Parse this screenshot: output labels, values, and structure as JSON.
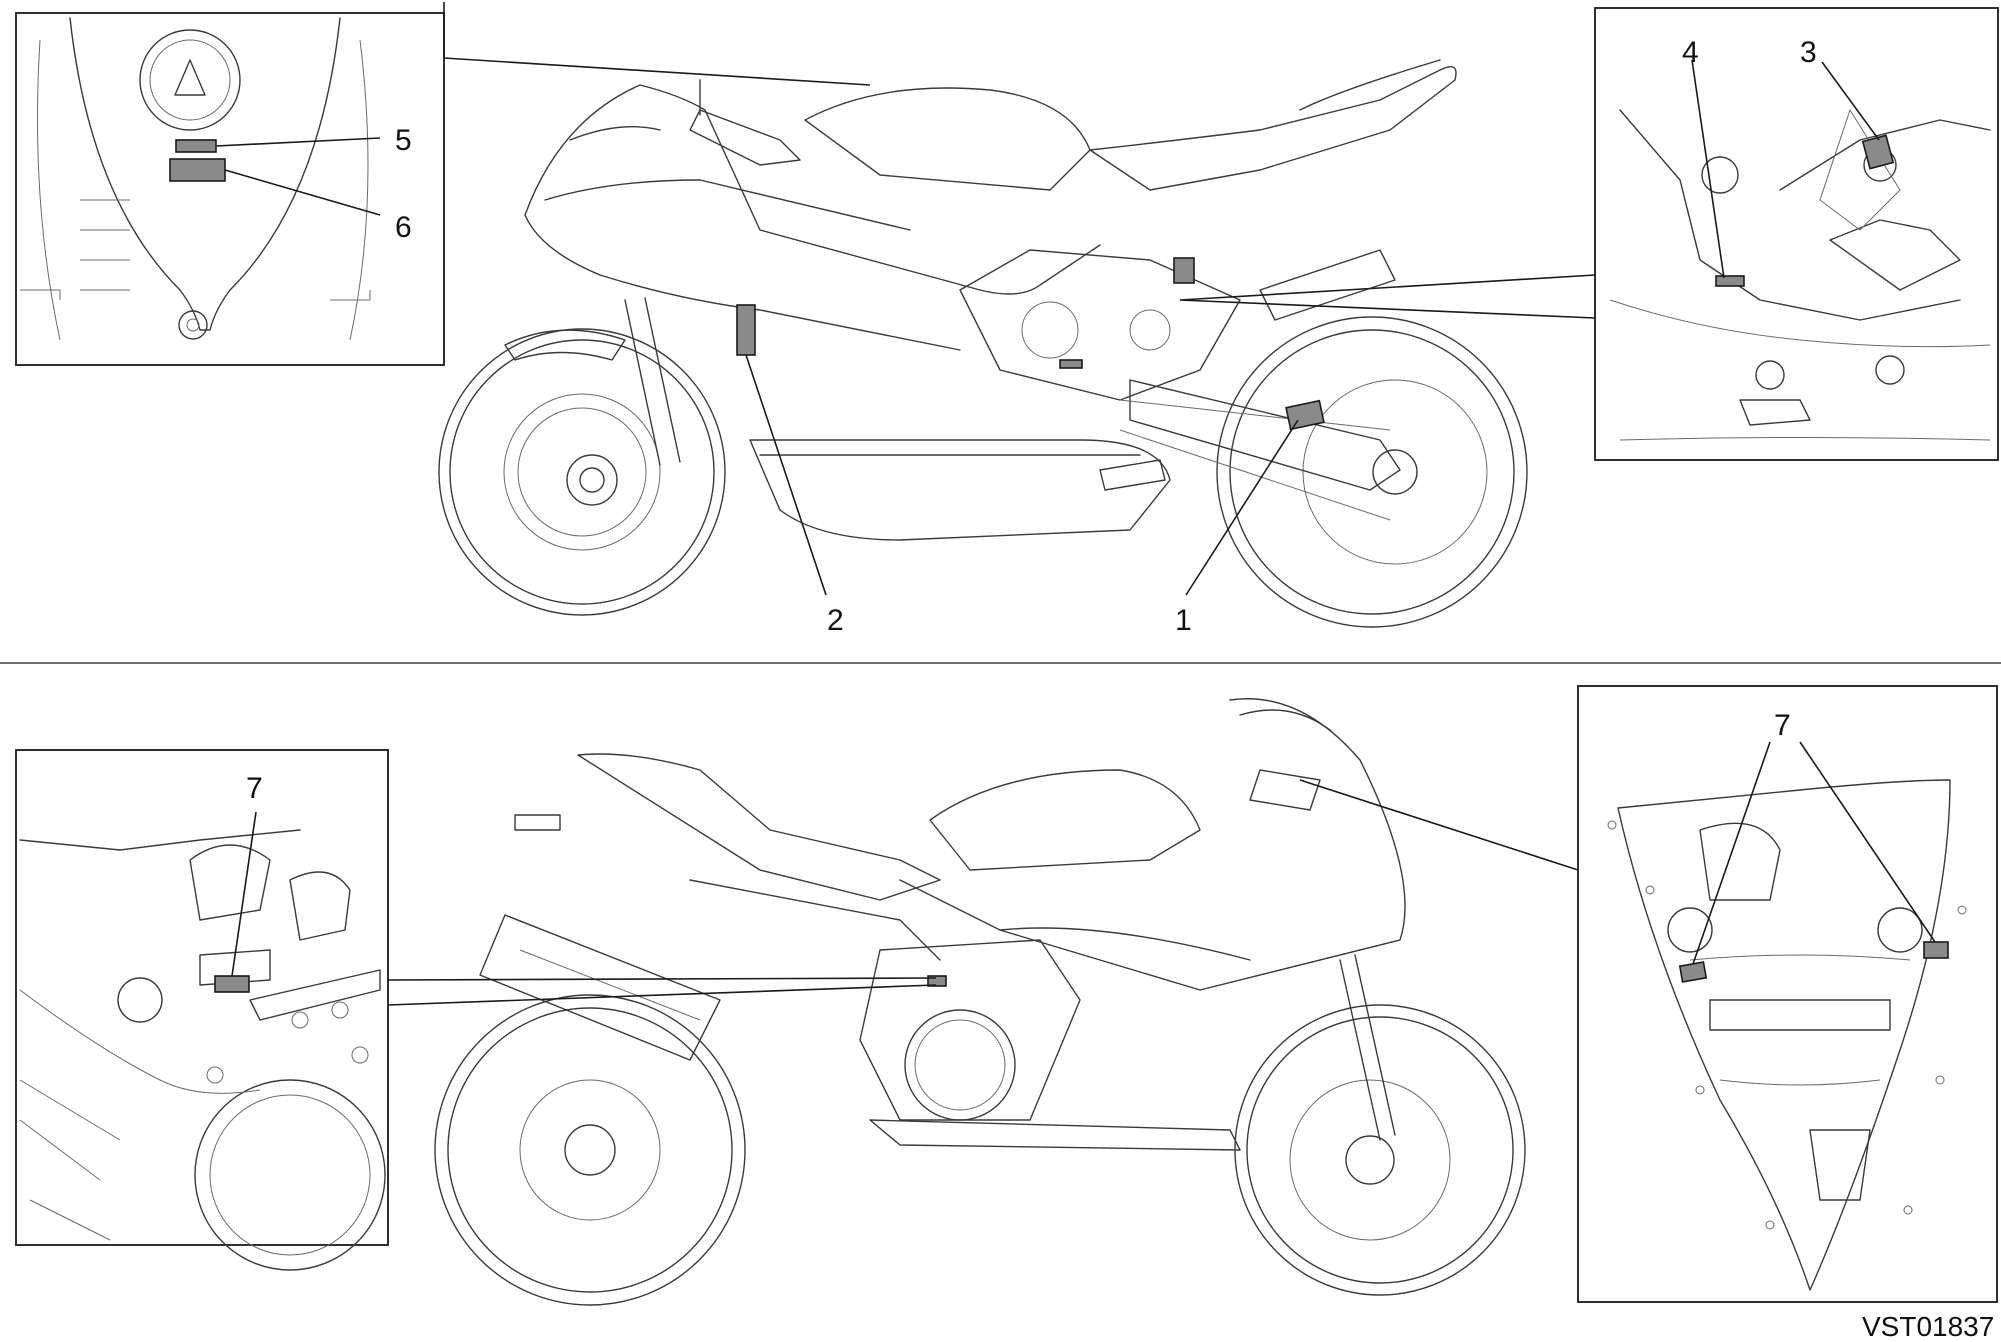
{
  "figure": {
    "callouts": [
      "1",
      "2",
      "3",
      "4",
      "5",
      "6",
      "7"
    ],
    "reference_code": "VST01837"
  },
  "colors": {
    "line": "#3a3a3a",
    "label_fill": "#8a8a8a",
    "frame": "#1a1a1a",
    "background": "#ffffff"
  }
}
